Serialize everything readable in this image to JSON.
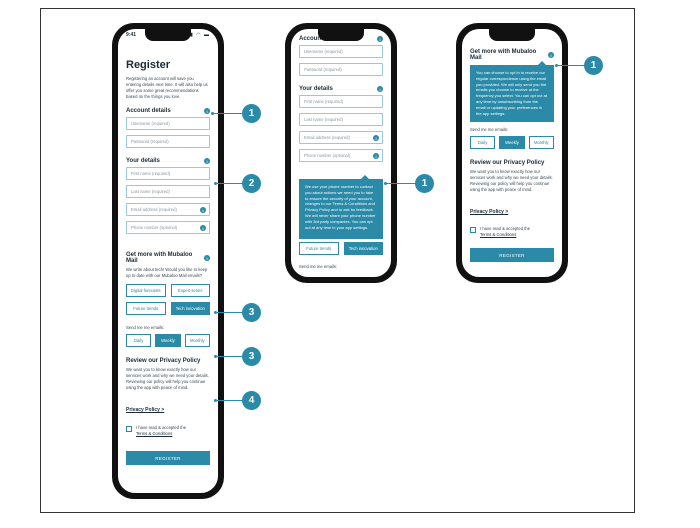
{
  "phone1": {
    "status_time": "9:41",
    "status_icons": "▮▮ ◠ ▬",
    "title": "Register",
    "intro": "Registering an account will save you entering details next time. It will also help us offer you some great recommendations based on the things you love.",
    "account_heading": "Account details",
    "username_placeholder": "Username (required)",
    "password_placeholder": "Password (required)",
    "your_details_heading": "Your details",
    "first_name_placeholder": "First name (required)",
    "last_name_placeholder": "Last name (required)",
    "email_placeholder": "Email address (required)",
    "phone_placeholder": "Phone number (optional)",
    "mail_heading": "Get more with Mubaloo Mail",
    "mail_text": "We write about tech! Would you like to keep up to date with our Mubaloo Mail emails?",
    "topics": [
      "Digital forecasts",
      "Expert series",
      "Future trends",
      "Tech innovation"
    ],
    "send_label": "Send me me emails:",
    "frequency": [
      "Daily",
      "Weekly",
      "Monthly"
    ],
    "privacy_heading": "Review our Privacy Policy",
    "privacy_text": "We want you to know exactly how our services work and why we need your details. Reviewing our policy will help you continue using the app with peace of mind.",
    "privacy_link": "Privacy Policy >",
    "terms_text": "I have read & accepted the",
    "terms_link": "Terms & Conditions",
    "register_button": "REGISTER"
  },
  "phone2": {
    "account_heading": "Account details",
    "username_placeholder": "Username (required)",
    "password_placeholder": "Password (required)",
    "your_details_heading": "Your details",
    "first_name_placeholder": "First name (required)",
    "last_name_placeholder": "Last name (required)",
    "email_placeholder": "Email address (required)",
    "phone_placeholder": "Phone number (optional)",
    "tooltip": "We use your phone number to contact you about actions we need you to take to ensure the security of your account, changes to our Terms & Conditions and Privacy Policy and to ask for feedback. We will never share your phone number with 3rd party companies. You can opt out at any time in your app settings.",
    "topics": [
      "Future trends",
      "Tech innovation"
    ],
    "send_label": "Send me me emails:"
  },
  "phone3": {
    "mail_heading": "Get more with Mubaloo Mail",
    "tooltip": "You can choose to opt in to receive our regular correspondence using the email you provided. We will only send you the emails you choose to receive at the frequency you select. You can opt out at any time by unsubscribing from the email or updating your preferences in the app settings.",
    "send_label": "Send me me emails:",
    "frequency": [
      "Daily",
      "Weekly",
      "Monthly"
    ],
    "privacy_heading": "Review our Privacy Policy",
    "privacy_text": "We want you to know exactly how our services work and why we need your details. Reviewing our policy will help you continue using the app with peace of mind.",
    "privacy_link": "Privacy Policy >",
    "terms_text": "I have read & accepted the",
    "terms_link": "Terms & Conditions",
    "register_button": "REGISTER"
  },
  "callouts": [
    "1",
    "2",
    "3",
    "3",
    "4",
    "1",
    "1"
  ],
  "info_icon": "i",
  "colors": {
    "accent": "#2a8aa8",
    "border": "#98c9d8"
  }
}
